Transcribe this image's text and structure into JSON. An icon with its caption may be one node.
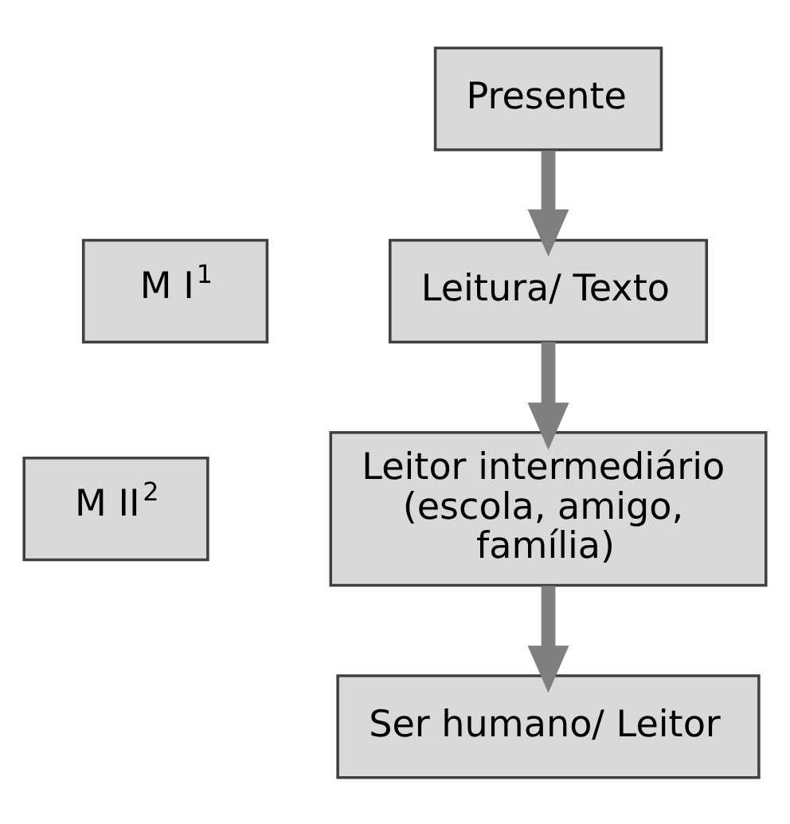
{
  "diagram": {
    "nodes": [
      {
        "text": [
          "M I$^{1}$"
        ]
      },
      {
        "text": [
          "M II$^{2}$"
        ]
      },
      {
        "text": [
          "Presente"
        ]
      },
      {
        "text": [
          "Leitura/ Texto"
        ]
      },
      {
        "text": [
          "Leitor intermediário (escola, amigo, família)"
        ]
      },
      {
        "text": [
          "Ser humano/ Leitor"
        ]
      }
    ],
    "edges": [
      {
        "from": 2,
        "to": 3,
        "arrow": "to"
      },
      {
        "from": 3,
        "to": 4,
        "arrow": "to"
      },
      {
        "from": 4,
        "to": 5,
        "arrow": "to"
      }
    ]
  }
}
